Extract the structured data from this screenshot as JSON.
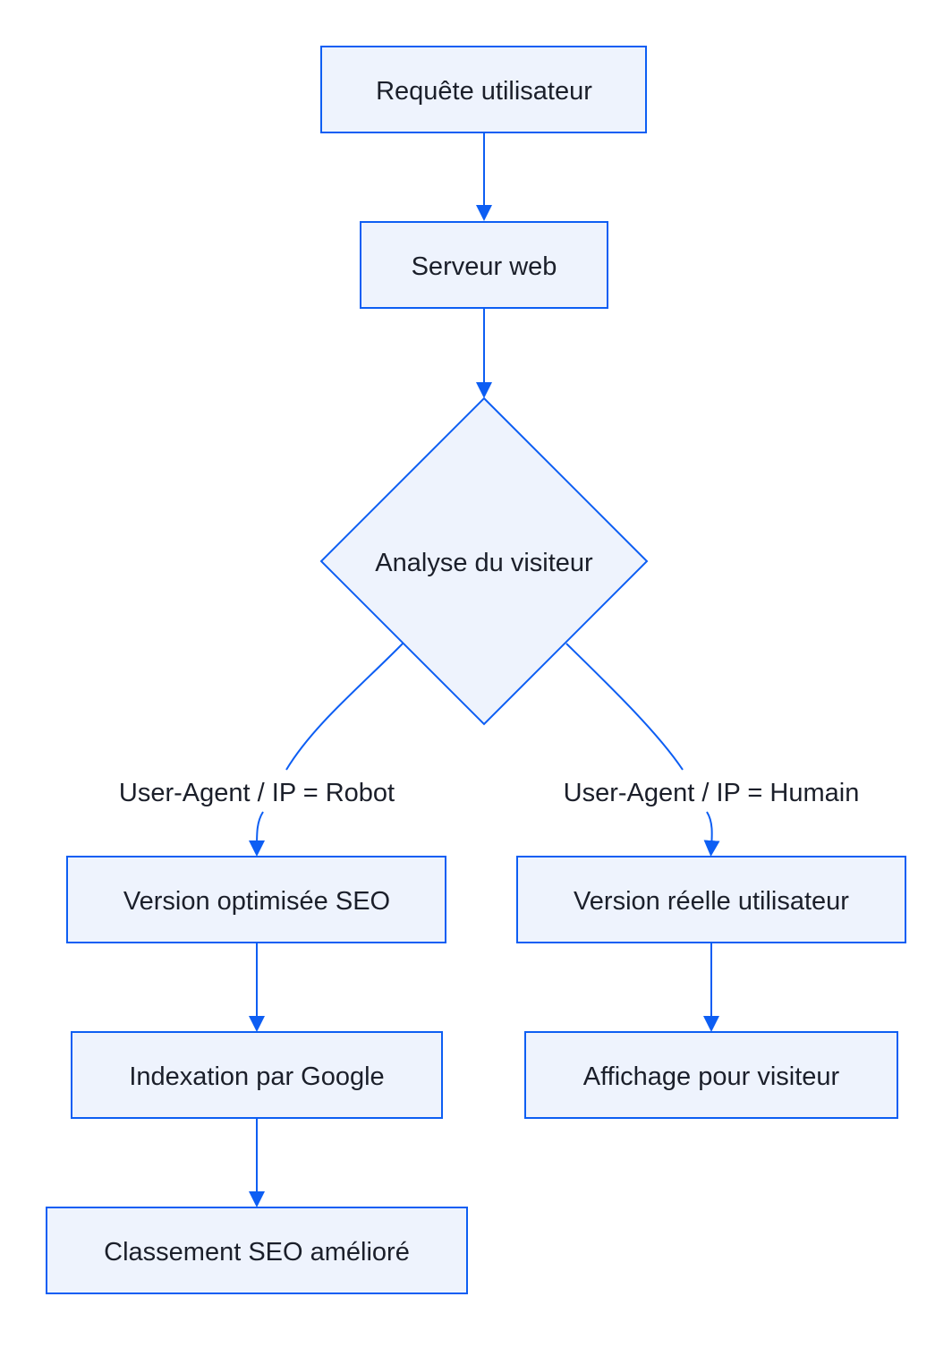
{
  "colors": {
    "node_fill": "#eef3fd",
    "node_stroke": "#0d5ef3",
    "edge": "#0d5ef3",
    "text": "#1b1f2a"
  },
  "nodes": {
    "request": "Requête utilisateur",
    "server": "Serveur web",
    "decision": "Analyse du visiteur",
    "seo_version": "Version optimisée SEO",
    "real_version": "Version réelle utilisateur",
    "indexing": "Indexation par Google",
    "display": "Affichage pour visiteur",
    "ranking": "Classement SEO amélioré"
  },
  "edges": {
    "robot": "User-Agent / IP = Robot",
    "human": "User-Agent / IP = Humain"
  }
}
